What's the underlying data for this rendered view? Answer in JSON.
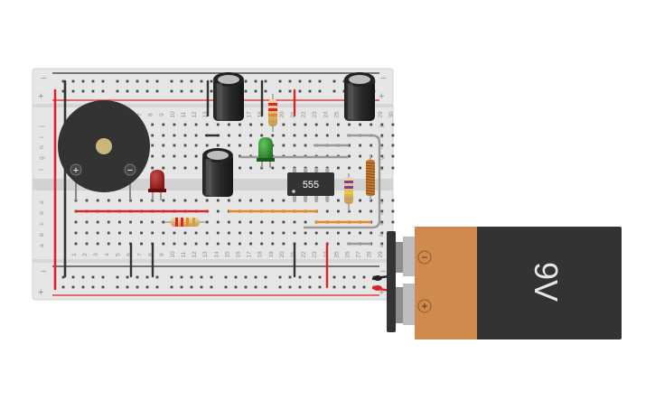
{
  "breadboard": {
    "column_numbers": [
      "1",
      "2",
      "3",
      "4",
      "5",
      "6",
      "7",
      "8",
      "9",
      "10",
      "11",
      "12",
      "13",
      "14",
      "15",
      "16",
      "17",
      "18",
      "19",
      "20",
      "21",
      "22",
      "23",
      "24",
      "25",
      "26",
      "27",
      "28",
      "29",
      "30"
    ],
    "row_letters_top": [
      "j",
      "i",
      "h",
      "g",
      "f"
    ],
    "row_letters_bottom": [
      "e",
      "d",
      "c",
      "b",
      "a"
    ],
    "rail_minus": "−",
    "rail_plus": "+"
  },
  "components": {
    "ic_label": "555",
    "buzzer_plus": "+",
    "buzzer_minus": "−",
    "battery_label": "9V",
    "battery_minus": "−",
    "battery_plus": "+"
  },
  "colors": {
    "board": "#e4e4e4",
    "rail_red": "#d9252a",
    "rail_dark": "#333333",
    "wire_red": "#d9252a",
    "wire_orange": "#e58a1f",
    "wire_black": "#333333",
    "wire_gray": "#9a9a9a",
    "battery_copper": "#d08a4c",
    "battery_black": "#333333",
    "led_red": "#8b1a1a",
    "led_green": "#2f8f2f",
    "capacitor": "#2f2f2f"
  },
  "icons": {
    "buzzer": "piezo-buzzer-icon",
    "battery": "9v-battery-icon",
    "ic": "555-timer-chip-icon"
  }
}
